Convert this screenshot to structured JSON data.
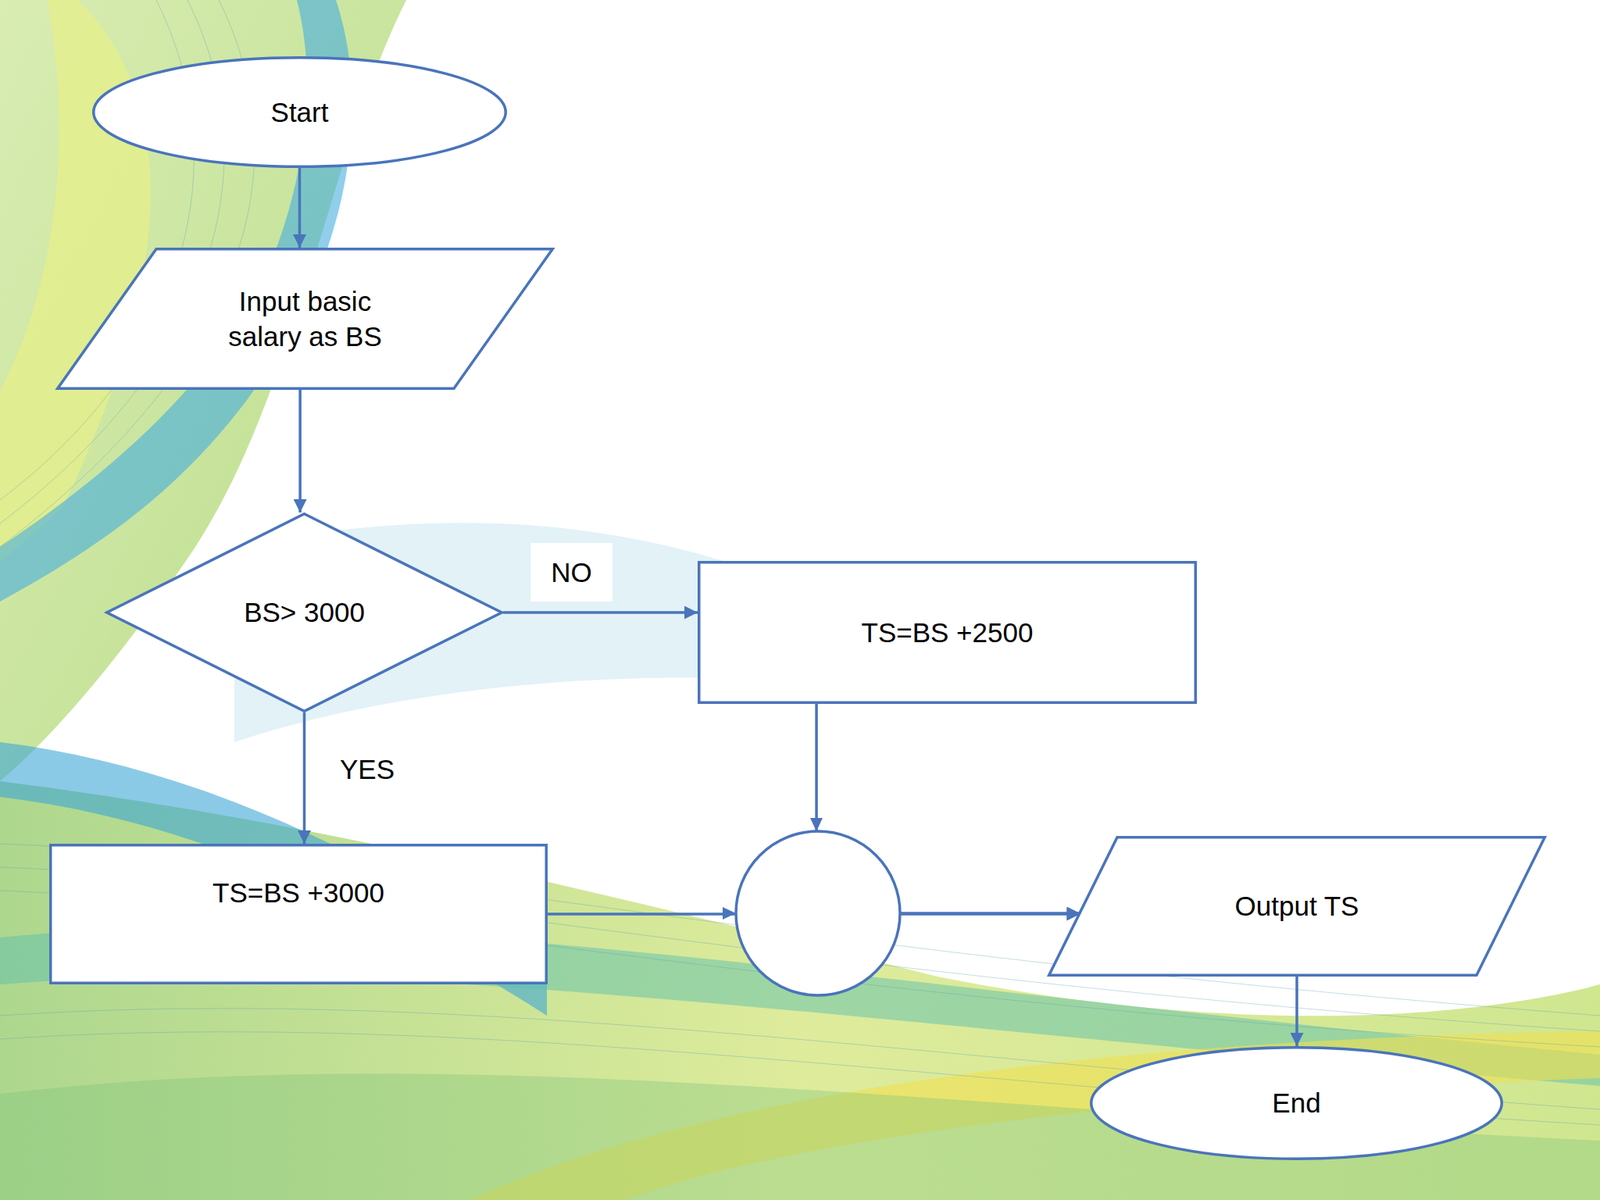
{
  "diagram": {
    "nodes": [
      {
        "text": [
          "Start"
        ]
      },
      {
        "text": [
          "Input basic salary as BS"
        ]
      },
      {
        "text": [
          "BS> 3000"
        ]
      },
      {
        "text": [
          "TS=BS +2500"
        ]
      },
      {
        "text": [
          "TS=BS +3000"
        ]
      },
      {
        "text": [
          "Output TS"
        ]
      },
      {
        "text": [
          "End"
        ]
      }
    ],
    "edges": [
      {
        "from": 0,
        "to": 1,
        "arrow": "to"
      },
      {
        "from": 1,
        "to": 2,
        "arrow": "to"
      },
      {
        "from": 2,
        "to": 3,
        "label": "NO",
        "arrow": "to"
      },
      {
        "from": 2,
        "to": 4,
        "label": "YES",
        "arrow": "to"
      },
      {
        "from": 4,
        "to": 5,
        "arrow": "to"
      },
      {
        "from": 3,
        "to": 5,
        "arrow": "to"
      },
      {
        "from": 5,
        "to": 6,
        "arrow": "to"
      }
    ]
  }
}
